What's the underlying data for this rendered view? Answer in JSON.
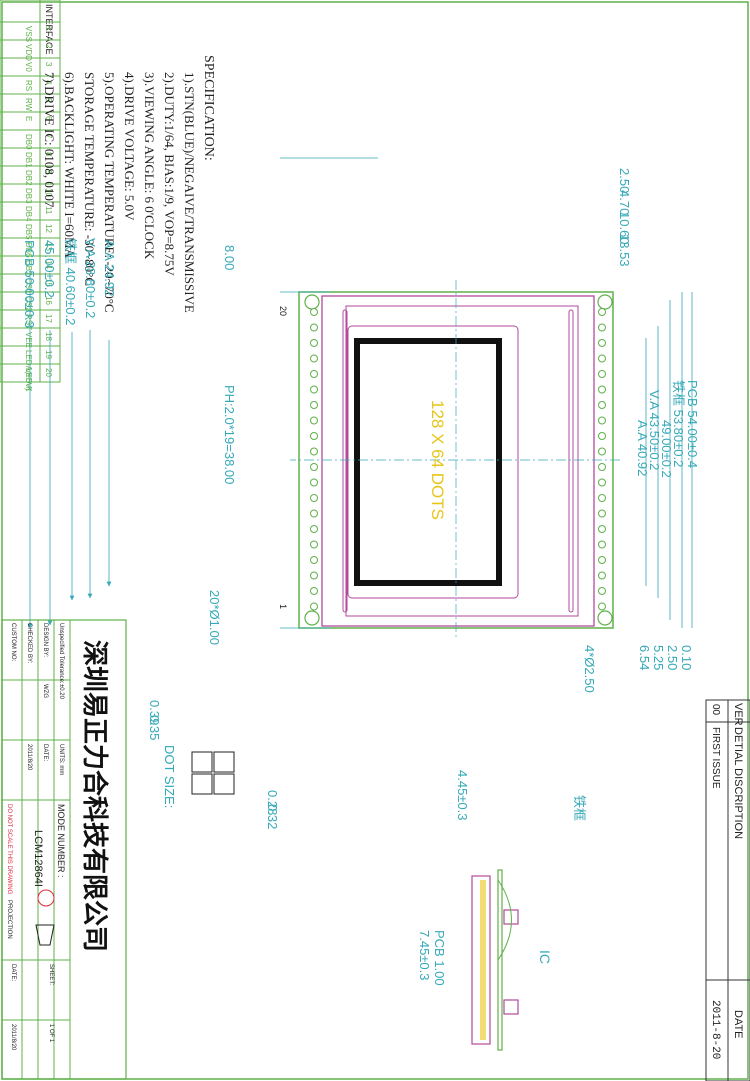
{
  "specification": {
    "title": "SPECIFICATION:",
    "items": [
      "1).STN(BLUE)/NEGAIVE/TRANSMISSIVE",
      "2).DUTY:1/64, BIAS:1/9, VOP=8.75V",
      "3).VIEWING ANGLE: 6 0'CLOCK",
      "4).DRIVE VOLTAGE: 5.0V",
      "5).OPERATING TEMPERATURE: -20~70°C",
      "STORAGE TEMPERATURE: -30~80°C",
      "6).BACKLIGHT: WHITE I=60MA",
      "7).DRIVE IC: 0108, 0107"
    ]
  },
  "interface": {
    "header": "INTERFACE",
    "pins": [
      {
        "no": "1",
        "name": "VSS"
      },
      {
        "no": "2",
        "name": "VDD"
      },
      {
        "no": "3",
        "name": "V0"
      },
      {
        "no": "4",
        "name": "RS"
      },
      {
        "no": "5",
        "name": "RW"
      },
      {
        "no": "6",
        "name": "E"
      },
      {
        "no": "7",
        "name": "DB0"
      },
      {
        "no": "8",
        "name": "DB1"
      },
      {
        "no": "9",
        "name": "DB2"
      },
      {
        "no": "10",
        "name": "DB3"
      },
      {
        "no": "11",
        "name": "DB4"
      },
      {
        "no": "12",
        "name": "DB5"
      },
      {
        "no": "13",
        "name": "DB6"
      },
      {
        "no": "14",
        "name": "DB7"
      },
      {
        "no": "15",
        "name": "CS1"
      },
      {
        "no": "16",
        "name": "CS2"
      },
      {
        "no": "17",
        "name": "RST"
      },
      {
        "no": "18",
        "name": "VEE"
      },
      {
        "no": "19",
        "name": "LEDA(+5V)"
      },
      {
        "no": "20",
        "name": "LED-K"
      }
    ]
  },
  "revision": {
    "ver_header": "VER",
    "desc_header": "DETIAL DISCRIPTION",
    "date_header": "DATE",
    "ver": "00",
    "desc": "FIRST ISSUE",
    "date": "2011-8-20"
  },
  "dimensions": {
    "pcb_w": "PCB 50.00±0.3",
    "frame_outer_w": "45.00±0.2",
    "frame_w": "铁框 40.60±0.2",
    "va_w": "V.A 28.80±0.2",
    "aa_w": "A.A 24.92",
    "r_2_50": "2.50",
    "r_4_70": "4.70",
    "r_10_60": "10.60",
    "r_13_53": "13.53",
    "pcb_h": "PCB 54.00±0.4",
    "frame_h": "铁框 53.80±0.2",
    "frame_inner_h": "49.00±0.2",
    "va_h": "V.A 43.50±0.2",
    "aa_h": "A.A 40.92",
    "b_0_10": "0.10",
    "b_2_50": "2.50",
    "b_5_25": "5.25",
    "b_6_54": "6.54",
    "d_8_00": "8.00",
    "pitch": "PH:2.0*19=38.00",
    "pin_holes": "20*Ø1.00",
    "mount_holes": "4*Ø2.50",
    "dots_label": "128 X 64 DOTS",
    "pin20": "20",
    "pin1": "1",
    "dot_039": "0.39",
    "dot_035": "0.35",
    "dot_028": "0.28",
    "dot_032": "0.32",
    "dot_size": "DOT SIZE:",
    "side_frame": "铁框",
    "side_445": "4.45±0.3",
    "side_745": "7.45±0.3",
    "side_pcb": "PCB 1.00",
    "side_ic": "IC"
  },
  "title_block": {
    "company": "深圳易正力合科技有限公司",
    "unspecified": "Unspecified Tolerance:",
    "tolerance": "±0.20",
    "units": "UNITS: mm",
    "date_label": "DATE:",
    "date_value": "2011/8/20",
    "design_label": "DESIGN BY:",
    "design_value": "WZG",
    "checked_label": "CHECKED BY:",
    "custom_label": "CUSTOM NO:",
    "mode_label": "MODE NUMBER :",
    "mode_value": "LCM12864I",
    "no_scale": "DO NOT SCALE THIS DRAWING",
    "projection": "PROJECTION",
    "sheet_label": "SHEET:",
    "sheet_value": "1 OF 1",
    "date2_label": "DATE:",
    "date2_value": "2011/8/20"
  },
  "colors": {
    "border": "#5fb14a",
    "pcb": "#5fb14a",
    "frame": "#b14a9b",
    "dim": "#35a9b8",
    "dots": "#e8c51a",
    "ink": "#222222",
    "red": "#e0293a"
  }
}
